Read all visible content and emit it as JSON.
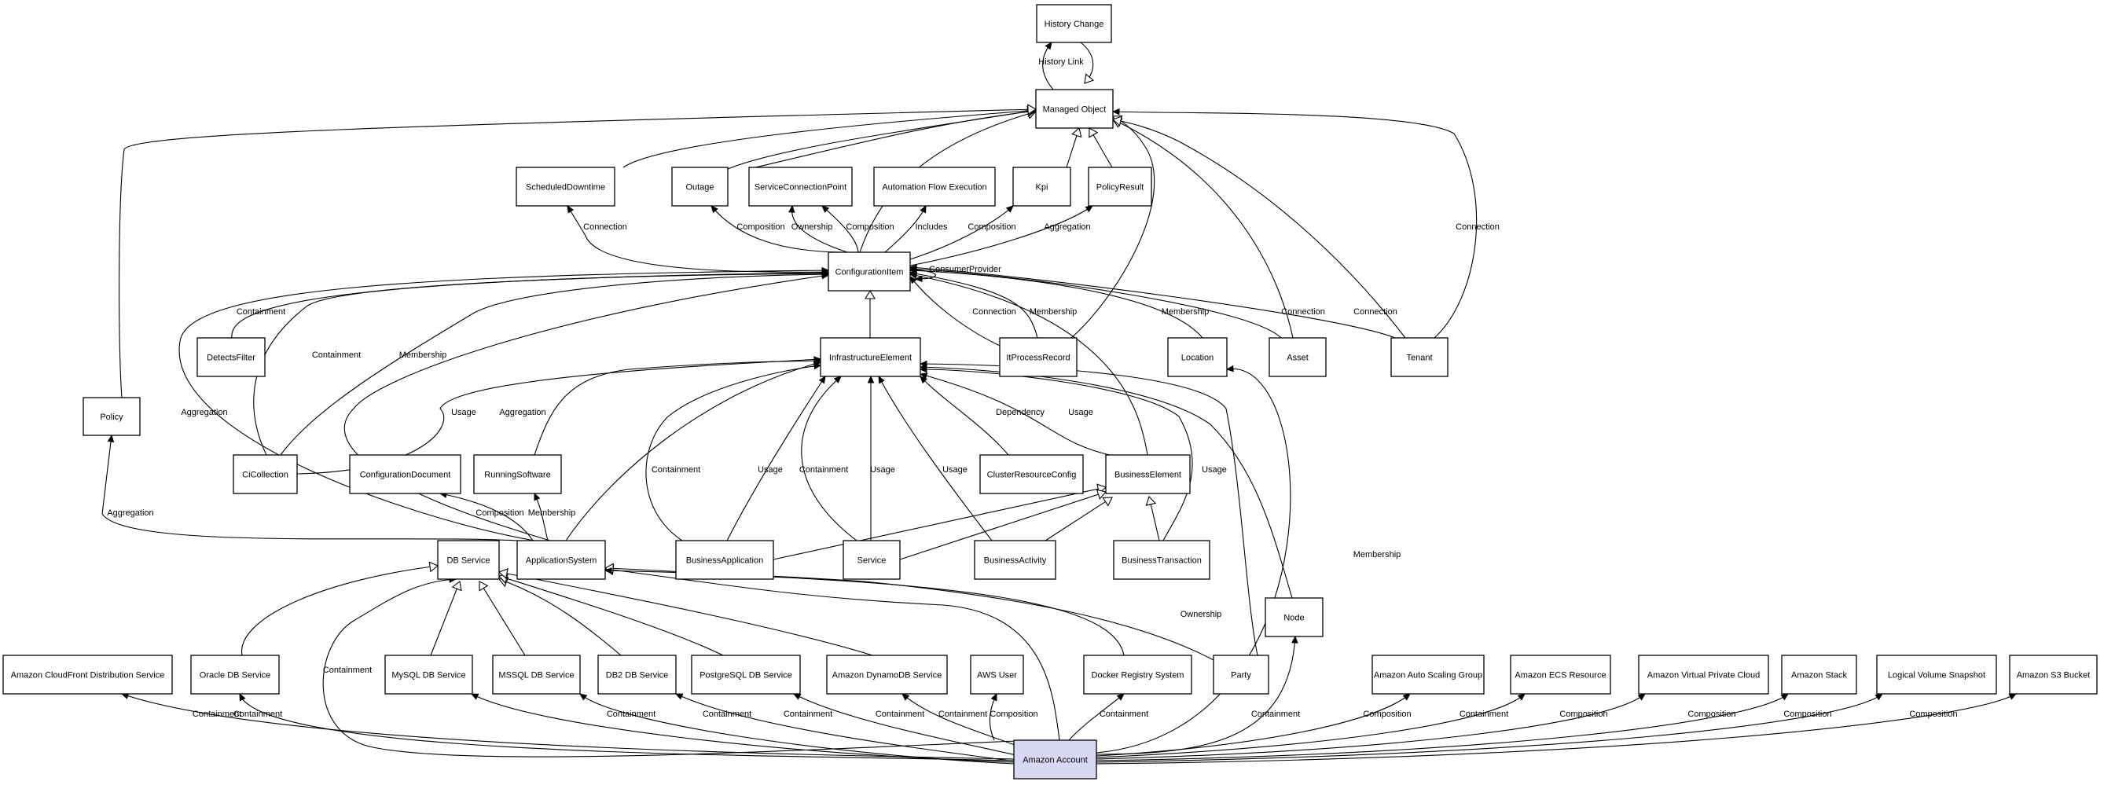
{
  "nodes": {
    "history_change": "History Change",
    "managed_object": "Managed Object",
    "scheduled_downtime": "ScheduledDowntime",
    "outage": "Outage",
    "service_connection_point": "ServiceConnectionPoint",
    "automation_flow_execution": "Automation Flow Execution",
    "kpi": "Kpi",
    "policy_result": "PolicyResult",
    "configuration_item": "ConfigurationItem",
    "detects_filter": "DetectsFilter",
    "infrastructure_element": "InfrastructureElement",
    "it_process_record": "ItProcessRecord",
    "location": "Location",
    "asset": "Asset",
    "tenant": "Tenant",
    "policy": "Policy",
    "ci_collection": "CiCollection",
    "configuration_document": "ConfigurationDocument",
    "running_software": "RunningSoftware",
    "cluster_resource_config": "ClusterResourceConfig",
    "business_element": "BusinessElement",
    "db_service": "DB Service",
    "application_system": "ApplicationSystem",
    "business_application": "BusinessApplication",
    "service": "Service",
    "business_activity": "BusinessActivity",
    "business_transaction": "BusinessTransaction",
    "node": "Node",
    "amazon_cloudfront": "Amazon CloudFront Distribution Service",
    "oracle_db": "Oracle DB Service",
    "mysql_db": "MySQL DB Service",
    "mssql_db": "MSSQL DB Service",
    "db2_db": "DB2 DB Service",
    "postgresql_db": "PostgreSQL DB Service",
    "amazon_dynamodb": "Amazon DynamoDB Service",
    "aws_user": "AWS User",
    "docker_registry": "Docker Registry System",
    "party": "Party",
    "amazon_auto_scaling": "Amazon Auto Scaling Group",
    "amazon_ecs": "Amazon ECS Resource",
    "amazon_vpc": "Amazon Virtual Private Cloud",
    "amazon_stack": "Amazon Stack",
    "logical_volume_snapshot": "Logical Volume Snapshot",
    "amazon_s3": "Amazon S3 Bucket",
    "amazon_account": "Amazon Account"
  },
  "edge_labels": {
    "history_link": "History Link",
    "connection": "Connection",
    "composition": "Composition",
    "ownership": "Ownership",
    "includes": "Includes",
    "aggregation": "Aggregation",
    "consumer_provider": "ConsumerProvider",
    "containment": "Containment",
    "membership": "Membership",
    "usage": "Usage",
    "dependency": "Dependency"
  },
  "edges": [
    {
      "from": "managed_object",
      "to": "history_change",
      "label": "history_link",
      "kind": "association"
    },
    {
      "from": "history_change",
      "to": "managed_object",
      "kind": "inheritance"
    },
    {
      "from": "kpi",
      "to": "managed_object",
      "kind": "inheritance"
    },
    {
      "from": "policy_result",
      "to": "managed_object",
      "kind": "inheritance"
    },
    {
      "from": "configuration_item",
      "to": "managed_object",
      "kind": "inheritance"
    },
    {
      "from": "outage",
      "to": "managed_object",
      "kind": "inheritance"
    },
    {
      "from": "service_connection_point",
      "to": "managed_object",
      "kind": "inheritance"
    },
    {
      "from": "scheduled_downtime",
      "to": "managed_object",
      "kind": "inheritance"
    },
    {
      "from": "policy",
      "to": "managed_object",
      "kind": "inheritance"
    },
    {
      "from": "it_process_record",
      "to": "managed_object",
      "kind": "inheritance"
    },
    {
      "from": "asset",
      "to": "managed_object",
      "kind": "inheritance"
    },
    {
      "from": "tenant",
      "to": "managed_object",
      "kind": "inheritance"
    },
    {
      "from": "tenant",
      "to": "managed_object",
      "label": "connection",
      "kind": "association"
    },
    {
      "from": "configuration_item",
      "to": "scheduled_downtime",
      "label": "connection",
      "kind": "association"
    },
    {
      "from": "configuration_item",
      "to": "outage",
      "label": "composition",
      "kind": "association"
    },
    {
      "from": "configuration_item",
      "to": "service_connection_point",
      "label": "ownership",
      "kind": "association"
    },
    {
      "from": "configuration_item",
      "to": "service_connection_point",
      "label": "composition",
      "kind": "association"
    },
    {
      "from": "configuration_item",
      "to": "automation_flow_execution",
      "label": "includes",
      "kind": "association"
    },
    {
      "from": "configuration_item",
      "to": "kpi",
      "label": "composition",
      "kind": "association"
    },
    {
      "from": "configuration_item",
      "to": "policy_result",
      "label": "aggregation",
      "kind": "association"
    },
    {
      "from": "configuration_item",
      "to": "configuration_item",
      "label": "consumer_provider",
      "kind": "association"
    },
    {
      "from": "infrastructure_element",
      "to": "configuration_item",
      "kind": "inheritance"
    },
    {
      "from": "detects_filter",
      "to": "configuration_item",
      "label": "containment",
      "kind": "association"
    },
    {
      "from": "ci_collection",
      "to": "configuration_item",
      "label": "containment",
      "kind": "association"
    },
    {
      "from": "ci_collection",
      "to": "configuration_item",
      "label": "membership",
      "kind": "association"
    },
    {
      "from": "it_process_record",
      "to": "configuration_item",
      "label": "connection",
      "kind": "association"
    },
    {
      "from": "it_process_record",
      "to": "configuration_item",
      "label": "membership",
      "kind": "association"
    },
    {
      "from": "location",
      "to": "configuration_item",
      "label": "membership",
      "kind": "association"
    },
    {
      "from": "asset",
      "to": "configuration_item",
      "label": "connection",
      "kind": "association"
    },
    {
      "from": "tenant",
      "to": "configuration_item",
      "label": "connection",
      "kind": "association"
    },
    {
      "from": "application_system",
      "to": "configuration_item",
      "label": "aggregation",
      "kind": "association"
    },
    {
      "from": "application_system",
      "to": "configuration_item",
      "label": "aggregation",
      "kind": "association"
    },
    {
      "from": "business_element",
      "to": "configuration_item",
      "kind": "association"
    },
    {
      "from": "ci_collection",
      "to": "infrastructure_element",
      "label": "usage",
      "kind": "association"
    },
    {
      "from": "running_software",
      "to": "infrastructure_element",
      "kind": "association"
    },
    {
      "from": "application_system",
      "to": "infrastructure_element",
      "kind": "association"
    },
    {
      "from": "business_application",
      "to": "infrastructure_element",
      "label": "containment",
      "kind": "association"
    },
    {
      "from": "business_application",
      "to": "infrastructure_element",
      "label": "usage",
      "kind": "association"
    },
    {
      "from": "service",
      "to": "infrastructure_element",
      "label": "containment",
      "kind": "association"
    },
    {
      "from": "service",
      "to": "infrastructure_element",
      "label": "usage",
      "kind": "association"
    },
    {
      "from": "business_activity",
      "to": "infrastructure_element",
      "label": "usage",
      "kind": "association"
    },
    {
      "from": "cluster_resource_config",
      "to": "infrastructure_element",
      "label": "dependency",
      "kind": "association"
    },
    {
      "from": "business_element",
      "to": "infrastructure_element",
      "label": "usage",
      "kind": "association"
    },
    {
      "from": "business_transaction",
      "to": "infrastructure_element",
      "label": "usage",
      "kind": "association"
    },
    {
      "from": "node",
      "to": "infrastructure_element",
      "kind": "association"
    },
    {
      "from": "party",
      "to": "infrastructure_element",
      "kind": "association"
    },
    {
      "from": "business_application",
      "to": "business_element",
      "kind": "inheritance"
    },
    {
      "from": "service",
      "to": "business_element",
      "kind": "inheritance"
    },
    {
      "from": "business_activity",
      "to": "business_element",
      "kind": "inheritance"
    },
    {
      "from": "business_transaction",
      "to": "business_element",
      "kind": "inheritance"
    },
    {
      "from": "application_system",
      "to": "policy",
      "label": "aggregation",
      "kind": "association"
    },
    {
      "from": "application_system",
      "to": "configuration_document",
      "label": "composition",
      "kind": "association"
    },
    {
      "from": "application_system",
      "to": "running_software",
      "label": "membership",
      "kind": "association"
    },
    {
      "from": "oracle_db",
      "to": "db_service",
      "kind": "inheritance"
    },
    {
      "from": "mysql_db",
      "to": "db_service",
      "kind": "inheritance"
    },
    {
      "from": "mssql_db",
      "to": "db_service",
      "kind": "inheritance"
    },
    {
      "from": "db2_db",
      "to": "db_service",
      "kind": "inheritance"
    },
    {
      "from": "postgresql_db",
      "to": "db_service",
      "kind": "inheritance"
    },
    {
      "from": "amazon_dynamodb",
      "to": "db_service",
      "kind": "inheritance"
    },
    {
      "from": "amazon_account",
      "to": "db_service",
      "label": "containment",
      "kind": "association"
    },
    {
      "from": "amazon_account",
      "to": "application_system",
      "kind": "inheritance"
    },
    {
      "from": "docker_registry",
      "to": "application_system",
      "kind": "inheritance"
    },
    {
      "from": "party",
      "to": "application_system",
      "label": "ownership",
      "kind": "association"
    },
    {
      "from": "amazon_account",
      "to": "amazon_cloudfront",
      "label": "containment",
      "kind": "association"
    },
    {
      "from": "amazon_account",
      "to": "oracle_db",
      "label": "containment",
      "kind": "association"
    },
    {
      "from": "amazon_account",
      "to": "mysql_db",
      "label": "containment",
      "kind": "association"
    },
    {
      "from": "amazon_account",
      "to": "mssql_db",
      "label": "containment",
      "kind": "association"
    },
    {
      "from": "amazon_account",
      "to": "db2_db",
      "label": "containment",
      "kind": "association"
    },
    {
      "from": "amazon_account",
      "to": "postgresql_db",
      "label": "containment",
      "kind": "association"
    },
    {
      "from": "amazon_account",
      "to": "amazon_dynamodb",
      "label": "containment",
      "kind": "association"
    },
    {
      "from": "amazon_account",
      "to": "aws_user",
      "label": "composition",
      "kind": "association"
    },
    {
      "from": "amazon_account",
      "to": "docker_registry",
      "label": "containment",
      "kind": "association"
    },
    {
      "from": "amazon_account",
      "to": "node",
      "label": "containment",
      "kind": "association"
    },
    {
      "from": "amazon_account",
      "to": "location",
      "label": "membership",
      "kind": "association"
    },
    {
      "from": "amazon_account",
      "to": "amazon_auto_scaling",
      "label": "composition",
      "kind": "association"
    },
    {
      "from": "amazon_account",
      "to": "amazon_ecs",
      "label": "containment",
      "kind": "association"
    },
    {
      "from": "amazon_account",
      "to": "amazon_vpc",
      "label": "composition",
      "kind": "association"
    },
    {
      "from": "amazon_account",
      "to": "amazon_stack",
      "label": "composition",
      "kind": "association"
    },
    {
      "from": "amazon_account",
      "to": "logical_volume_snapshot",
      "label": "composition",
      "kind": "association"
    },
    {
      "from": "amazon_account",
      "to": "amazon_s3",
      "label": "composition",
      "kind": "association"
    }
  ],
  "colors": {
    "node_fill": "#ffffff",
    "root_fill": "#d8d8f4",
    "stroke": "#000000"
  }
}
